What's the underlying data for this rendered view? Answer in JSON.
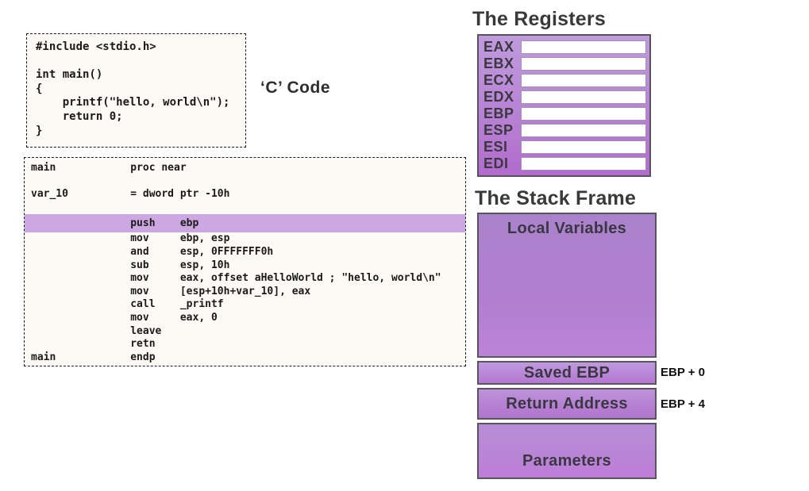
{
  "c_section": {
    "label": "‘C’ Code",
    "code": "#include <stdio.h>\n\nint main()\n{\n    printf(\"hello, world\\n\");\n    return 0;\n}"
  },
  "asm_section": {
    "highlighted_instruction": "push ebp",
    "lines": [
      "main            proc near",
      "",
      "var_10          = dword ptr -10h",
      "",
      "                push    ebp",
      "                mov     ebp, esp",
      "                and     esp, 0FFFFFFF0h",
      "                sub     esp, 10h",
      "                mov     eax, offset aHelloWorld ; \"hello, world\\n\"",
      "                mov     [esp+10h+var_10], eax",
      "                call    _printf",
      "                mov     eax, 0",
      "                leave",
      "                retn",
      "main            endp"
    ]
  },
  "registers_panel": {
    "title": "The Registers",
    "items": [
      "EAX",
      "EBX",
      "ECX",
      "EDX",
      "EBP",
      "ESP",
      "ESI",
      "EDI"
    ],
    "values": [
      "",
      "",
      "",
      "",
      "",
      "",
      "",
      ""
    ]
  },
  "stack_panel": {
    "title": "The Stack Frame",
    "sections": [
      {
        "label": "Local Variables"
      },
      {
        "label": "Saved EBP",
        "annotation": "EBP + 0"
      },
      {
        "label": "Return Address",
        "annotation": "EBP + 4"
      },
      {
        "label": "Parameters"
      }
    ]
  },
  "colors": {
    "highlight_bar": "#cda7e1",
    "purple_gradient_top": "#bf9bdd",
    "purple_gradient_bottom": "#b16ccd",
    "code_box_background": "#fdfaf5",
    "panel_border": "#56535b",
    "title_text": "#3a383b"
  }
}
